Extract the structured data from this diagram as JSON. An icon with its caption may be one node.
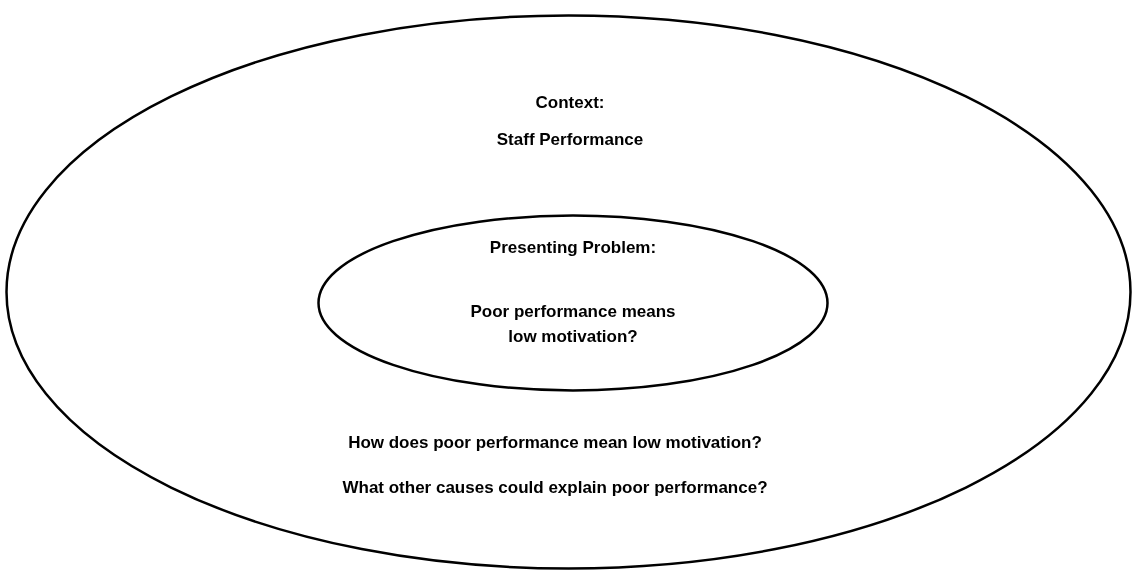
{
  "diagram": {
    "nodes": [
      {
        "text": [
          "Context:",
          "Staff Performance",
          "How does poor performance mean low motivation?",
          "What other causes could explain poor performance?"
        ]
      },
      {
        "text": [
          "Presenting Problem:",
          "Poor performance means low motivation?"
        ],
        "in": 0
      }
    ],
    "edges": []
  }
}
